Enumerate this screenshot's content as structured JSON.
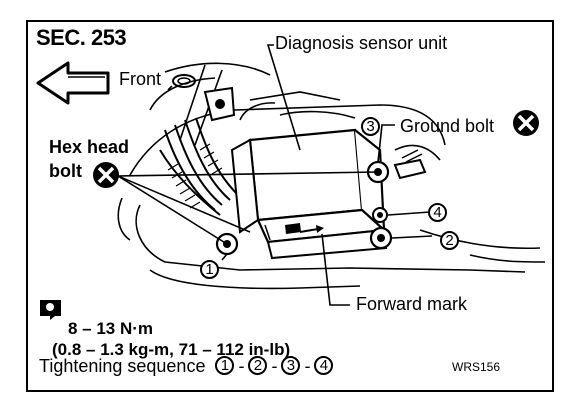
{
  "section": "SEC. 253",
  "labels": {
    "diagnosis_sensor_unit": "Diagnosis sensor unit",
    "front": "Front",
    "hex_head_bolt_line1": "Hex head",
    "hex_head_bolt_line2": "bolt",
    "ground_bolt": "Ground bolt",
    "forward_mark": "Forward mark"
  },
  "torque": {
    "nm": "8 – 13 N·m",
    "conversions": "(0.8 – 1.3 kg-m, 71 – 112 in-lb)"
  },
  "sequence": {
    "label": "Tightening sequence",
    "steps": [
      "1",
      "2",
      "3",
      "4"
    ],
    "separator": "-"
  },
  "callouts": [
    "1",
    "2",
    "3",
    "4"
  ],
  "figure_code": "WRS156"
}
